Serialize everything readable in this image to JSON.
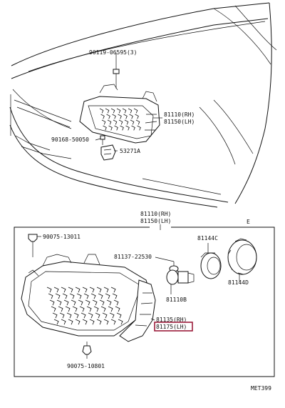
{
  "diagram": {
    "top_labels": {
      "bolt_upper": "90119-06595(3)",
      "bolt_left": "90168-50050",
      "headlamp_rh": "81110(RH)",
      "headlamp_lh": "81150(LH)",
      "bracket": "53271A"
    },
    "box_labels": {
      "header_rh": "81110(RH)",
      "header_lh": "81150(LH)",
      "clip_top": "90075-13011",
      "socket": "81137-22530",
      "bulb": "81110B",
      "retainer": "81144C",
      "cover": "81144D",
      "unit_rh": "81135(RH)",
      "unit_lh": "81175(LH)",
      "clip_bottom": "90075-10801",
      "box_mark": "E",
      "figure_code": "MET399"
    },
    "highlight_color": "#9b1c3a"
  }
}
